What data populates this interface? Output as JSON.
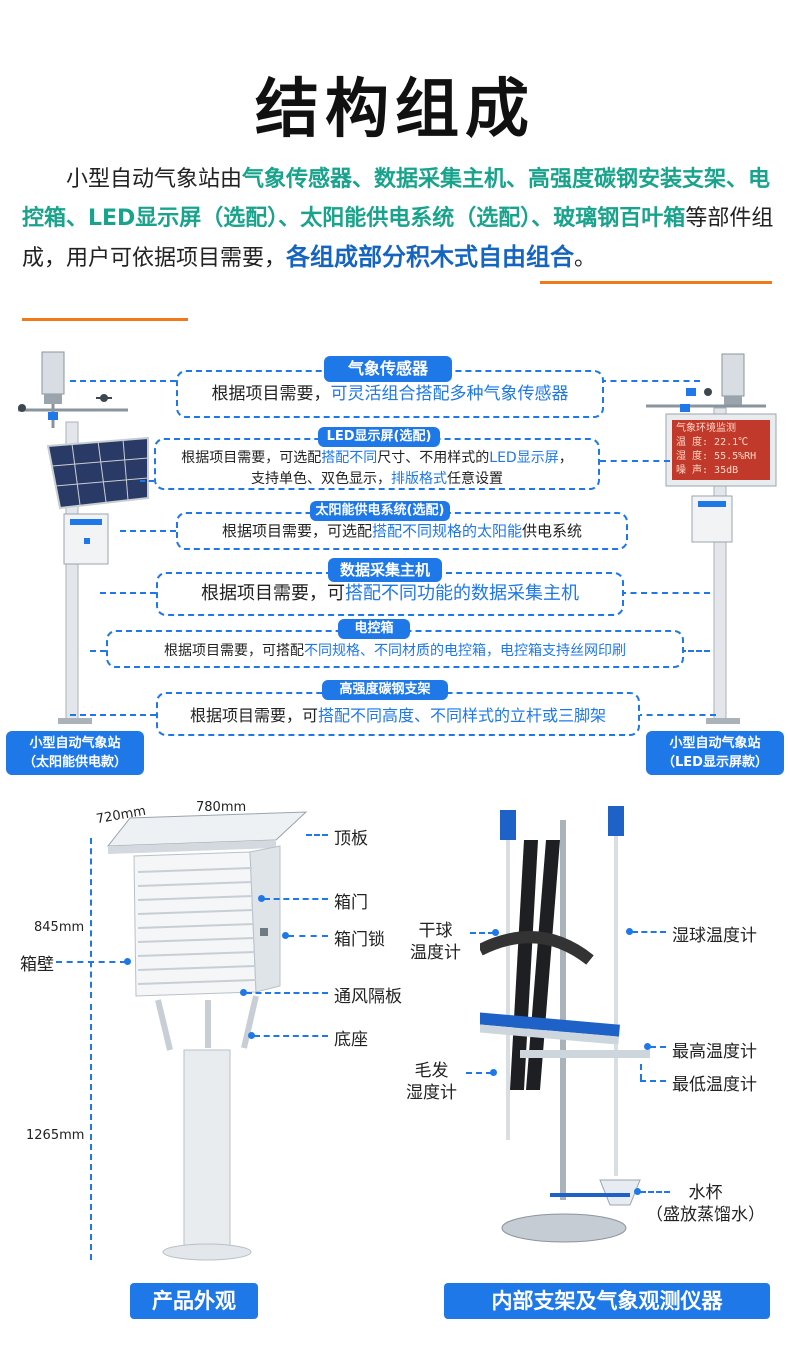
{
  "title": "结构组成",
  "intro": {
    "p1": "小型自动气象站由",
    "g1": "气象传感器、数据采集主机、高强度碳钢安装支架、电控箱、LED显示屏（选配）、太阳能供电系统（选配）、玻璃钢百叶箱",
    "p2": "等部件组成，用户可依据项目需要，",
    "b1": "各组成部分积木式自由组合",
    "p3": "。"
  },
  "components": [
    {
      "label": "气象传感器",
      "t1": "根据项目需要，",
      "h1": "可灵活组合搭配多种气象传感器",
      "t2": ""
    },
    {
      "label": "LED显示屏(选配)",
      "t1": "根据项目需要，可选配",
      "h1": "搭配不同",
      "t2": "尺寸、不用样式的",
      "h2": "LED显示屏",
      "t3": "，",
      "line2a": "支持单色、双色显示，",
      "line2b": "排版格式",
      "line2c": "任意设置"
    },
    {
      "label": "太阳能供电系统(选配)",
      "t1": "根据项目需要，可选配",
      "h1": "搭配不同规格的太阳能",
      "t2": "供电系统"
    },
    {
      "label": "数据采集主机",
      "t1": "根据项目需要，可",
      "h1": "搭配不同功能的数据采集主机",
      "t2": ""
    },
    {
      "label": "电控箱",
      "t1": "根据项目需要，可搭配",
      "h1": "不同规格、不同材质的电控箱，电控箱支持丝网印刷",
      "t2": ""
    },
    {
      "label": "高强度碳钢支架",
      "t1": "根据项目需要，可",
      "h1": "搭配不同高度、不同样式的立杆或三脚架",
      "t2": ""
    }
  ],
  "left_station": {
    "line1": "小型自动气象站",
    "line2": "（太阳能供电款）"
  },
  "right_station": {
    "line1": "小型自动气象站",
    "line2": "（LED显示屏款）"
  },
  "led_display": {
    "title": "气象环境监测",
    "rows": [
      "温  度: 22.1℃",
      "湿  度: 55.5%RH",
      "噪  声: 35dB"
    ]
  },
  "shelter": {
    "dims": {
      "depth": "720mm",
      "width": "780mm",
      "box_height": "845mm",
      "stand_height": "1265mm"
    },
    "parts": [
      "顶板",
      "箱门",
      "箱门锁",
      "通风隔板",
      "底座"
    ],
    "left_part": "箱壁"
  },
  "instruments": {
    "left": [
      {
        "l1": "干球",
        "l2": "温度计"
      },
      {
        "l1": "毛发",
        "l2": "湿度计"
      }
    ],
    "right": [
      "湿球温度计",
      "最高温度计",
      "最低温度计"
    ],
    "cup": {
      "l1": "水杯",
      "l2": "（盛放蒸馏水）"
    }
  },
  "buttons": {
    "left": "产品外观",
    "right": "内部支架及气象观测仪器"
  },
  "colors": {
    "accent": "#1e78e8",
    "green": "#19a38c",
    "orange": "#f07a1a"
  }
}
